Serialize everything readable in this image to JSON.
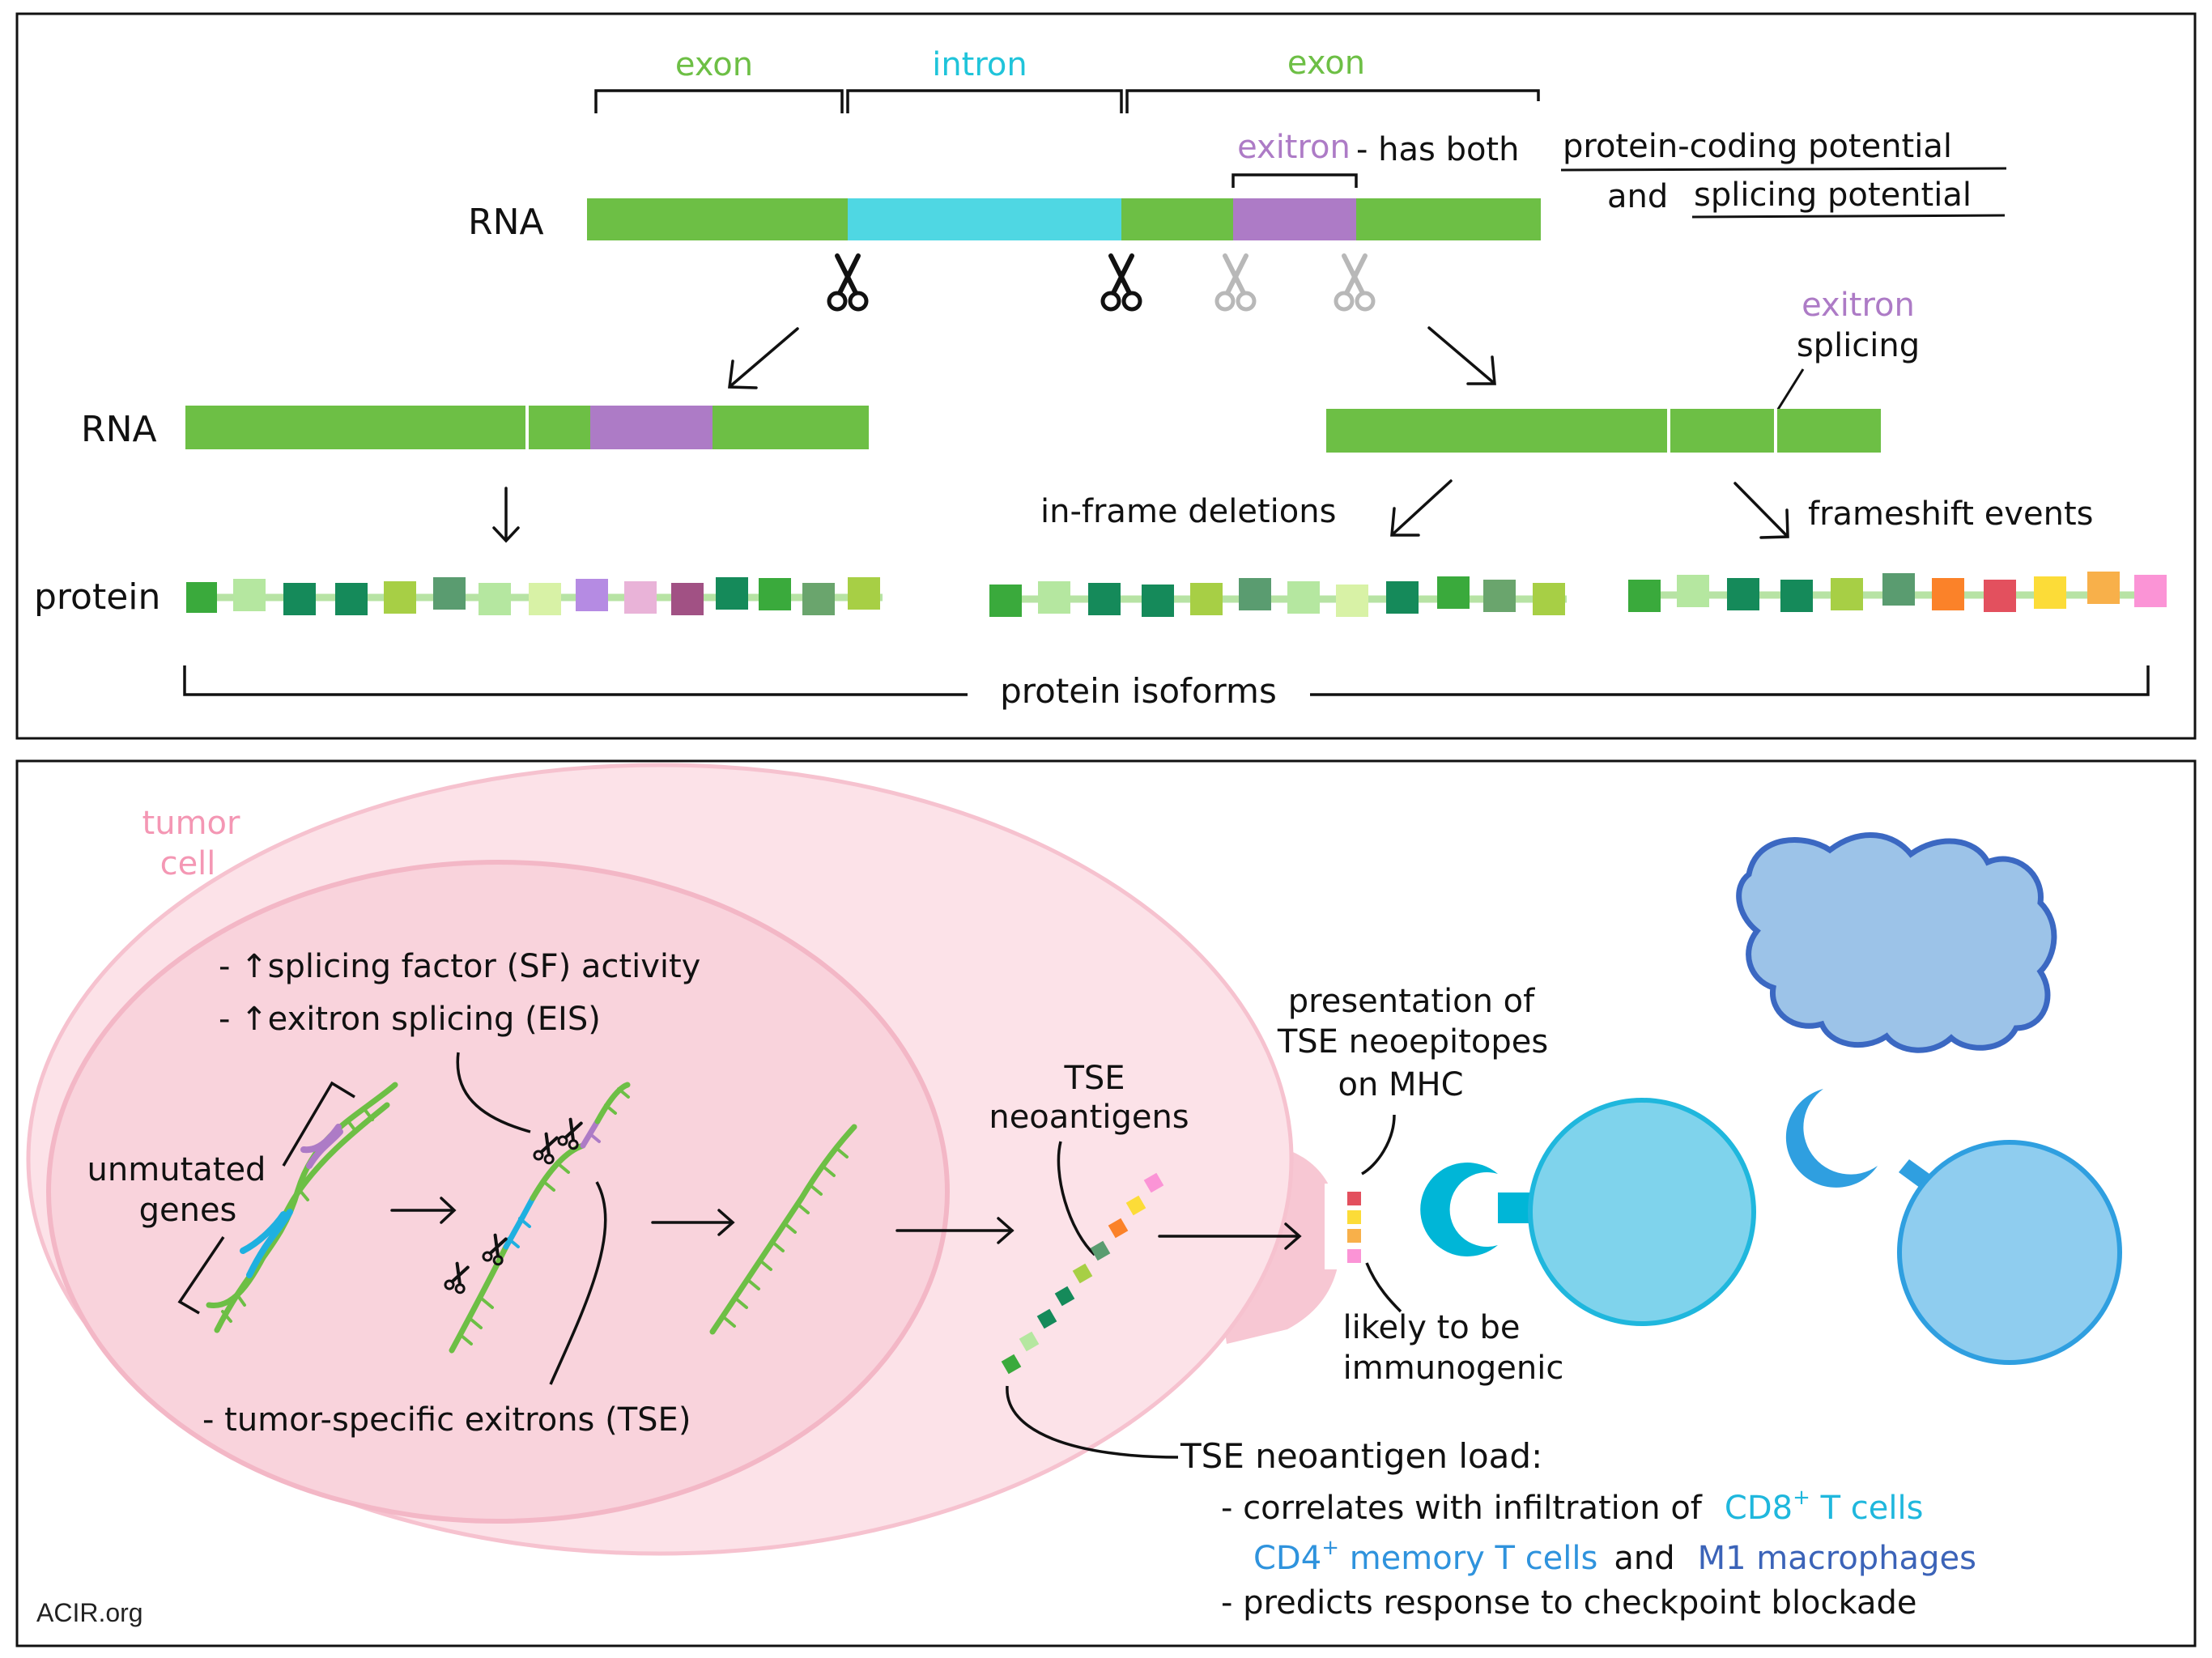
{
  "top_panel": {
    "exon_label_1": "exon",
    "intron_label": "intron",
    "exon_label_2": "exon",
    "exitron_label": "exitron",
    "exitron_desc_prefix": "- has both",
    "protein_coding": "protein-coding potential",
    "and_word": "and",
    "splicing_potential": "splicing potential",
    "rna_label_main": "RNA",
    "rna_label_left": "RNA",
    "exitron_splicing_1": "exitron",
    "exitron_splicing_2": "splicing",
    "in_frame": "in-frame deletions",
    "frameshift": "frameshift events",
    "protein_label": "protein",
    "isoforms": "protein isoforms"
  },
  "bottom_panel": {
    "tumor_1": "tumor",
    "tumor_2": "cell",
    "sf_activity": "- ↑splicing factor (SF) activity",
    "exitron_eis": "- ↑exitron splicing  (EIS)",
    "unmutated_1": "unmutated",
    "unmutated_2": "genes",
    "tse_line": "- tumor-specific exitrons (TSE)",
    "neo_1": "TSE",
    "neo_2": "neoantigens",
    "pres_1": "presentation of",
    "pres_2": "TSE neoepitopes",
    "pres_3": "on MHC",
    "immuno_1": "likely to be",
    "immuno_2": "immunogenic",
    "load_title": "TSE neoantigen load:",
    "corr_prefix": "- correlates with infiltration of",
    "cd8": "CD8",
    "cd8_sup": "+",
    "cd8_suffix": " T cells",
    "cd4": "CD4",
    "cd4_sup": "+",
    "cd4_suffix": " memory T cells",
    "and_word": "and",
    "m1": "M1 macrophages",
    "predicts": "- predicts response to checkpoint blockade"
  },
  "footer": {
    "source": "ACIR.org"
  },
  "colors": {
    "exon": "#6dbf45",
    "intron": "#4fd7e3",
    "exitron": "#ad7bc6",
    "tumor_label": "#f497b4",
    "cd8": "#1fb7dd",
    "cd4": "#2f93dd",
    "m1": "#3b63b8"
  }
}
